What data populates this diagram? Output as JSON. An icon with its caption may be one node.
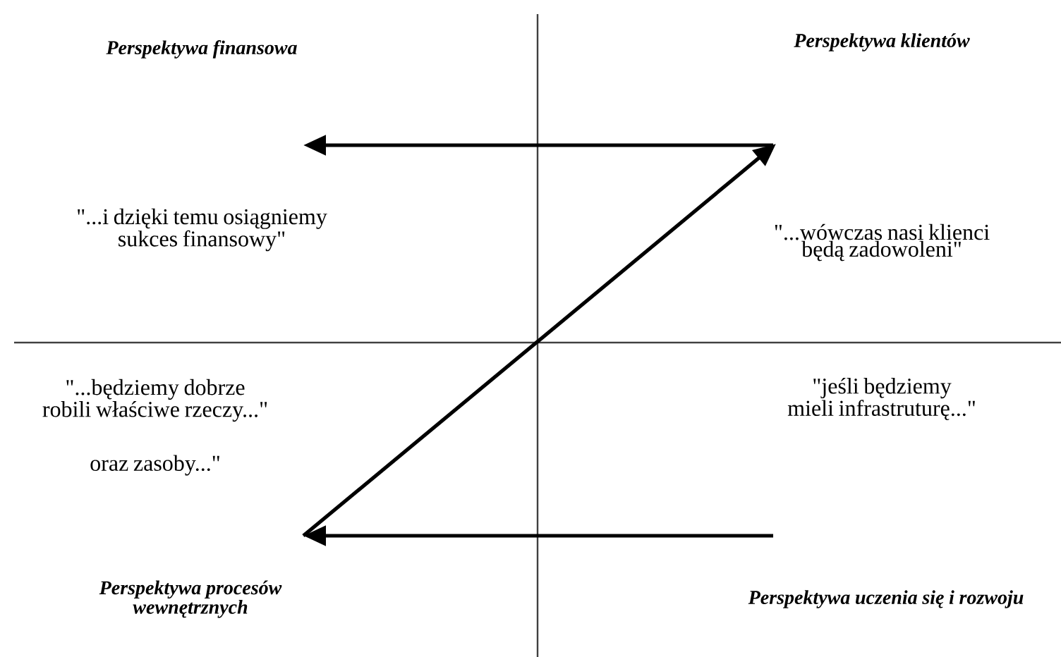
{
  "diagram": {
    "labels": [
      "Perspektywa finansowa",
      "Perspektywa klientów",
      "\"...i dzięki temu osiągniemy sukces finansowy\"",
      "\"...wówczas nasi klienci będą zadowoleni\"",
      "\"...będziemy dobrze robili właściwe rzeczy...\"",
      "oraz zasoby...\"",
      "\"jeśli będziemy mieli infrastruturę...\"",
      "Perspektywa procesów wewnętrznych",
      "Perspektywa uczenia się i rozwoju"
    ]
  }
}
